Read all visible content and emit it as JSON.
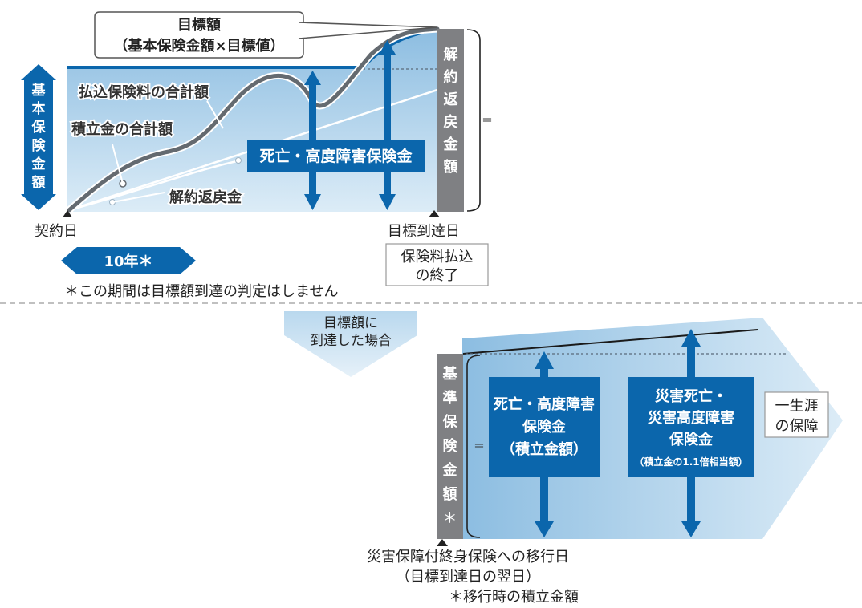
{
  "colors": {
    "blue_dark": "#0b66ac",
    "blue_light": "#a9cfe9",
    "gray_bar": "#7f8083",
    "curve_gray": "#646a70",
    "text": "#222222"
  },
  "top": {
    "target_callout_line1": "目標額",
    "target_callout_line2": "（基本保険金額×目標値）",
    "basic_amount_label": "基本保険金額",
    "paid_premium_total": "払込保険料の合計額",
    "reserve_total": "積立金の合計額",
    "surrender_value": "解約返戻金",
    "death_benefit": "死亡・高度障害保険金",
    "surrender_amount_vertical": "解約返戻金額",
    "equals": "＝",
    "contract_date": "契約日",
    "target_reach_date": "目標到達日",
    "period_badge": "10年＊",
    "premium_end_line1": "保険料払込",
    "premium_end_line2": "の終了",
    "note": "＊この期間は目標額到達の判定はしません"
  },
  "bottom": {
    "reached_line1": "目標額に",
    "reached_line2": "到達した場合",
    "standard_amount_vertical": "基準保険金額",
    "asterisk": "＊",
    "equals": "＝",
    "death_line1": "死亡・高度障害",
    "death_line2": "保険金",
    "death_line3": "（積立金額）",
    "accident_line1": "災害死亡・",
    "accident_line2": "災害高度障害",
    "accident_line3": "保険金",
    "accident_line4": "（積立金の1.1倍相当額）",
    "lifetime_line1": "一生涯",
    "lifetime_line2": "の保障",
    "transition_line1": "災害保障付終身保険への移行日",
    "transition_line2": "（目標到達日の翌日）",
    "transition_note": "＊移行時の積立金額"
  }
}
